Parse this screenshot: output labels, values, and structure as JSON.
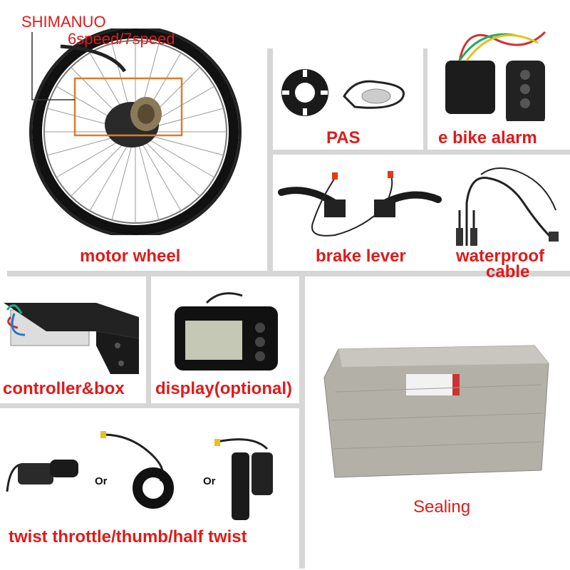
{
  "brand": "SHIMANUO",
  "speed_note": "6speed/7speed",
  "labels": {
    "motor_wheel": "motor wheel",
    "pas": "PAS",
    "alarm": "e bike alarm",
    "brake": "brake lever",
    "cable_line1": "waterproof",
    "cable_line2": "cable",
    "controller": "controller&box",
    "display": "display(optional)",
    "throttle": "twist throttle/thumb/half twist",
    "sealing": "Sealing",
    "or1": "Or",
    "or2": "Or"
  },
  "colors": {
    "label": "#e01a1a",
    "highlight_box": "#e07a2a",
    "divider": "#d6d6d6"
  }
}
